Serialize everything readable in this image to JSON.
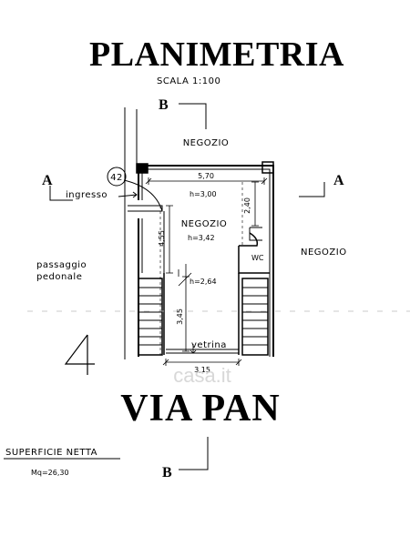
{
  "title": "PLANIMETRIA",
  "scale": "SCALA 1:100",
  "section_marks": {
    "b_top": "B",
    "b_bottom": "B",
    "a_left": "A",
    "a_right": "A"
  },
  "circle_number": "42",
  "labels": {
    "negozio_top": "NEGOZIO",
    "ingresso": "ingresso",
    "negozio_main": "NEGOZIO",
    "passaggio_1": "passaggio",
    "passaggio_2": "pedonale",
    "negozio_right": "NEGOZIO",
    "wc": "WC",
    "vetrina": "vetrina"
  },
  "dimensions": {
    "width_top": "5,70",
    "height_main": "h=3,00",
    "height_negozio": "h=3,42",
    "depth_left": "4,55",
    "depth_right": "2,40",
    "height_lower": "h=2,64",
    "depth_lower": "3,45",
    "width_vetrina": "3,15"
  },
  "street": "VIA PAN",
  "watermark": "casa.it",
  "superficie_label": "SUPERFICIE NETTA",
  "superficie_value": "Mq=26,30"
}
